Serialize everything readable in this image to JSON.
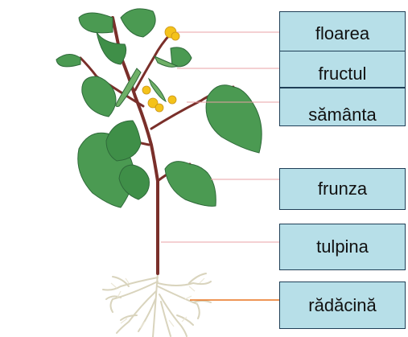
{
  "labels": {
    "floarea": "floarea",
    "fructul": "fructul",
    "samanta": "sământa",
    "frunza": "frunza",
    "tulpina": "tulpina",
    "radacina": "rădăcină"
  },
  "colors": {
    "label_fill": "#b7dfe8",
    "label_border": "#1f3f57",
    "leader_line": "#e8a0a4",
    "root_leader_line": "#e9731f",
    "leaf": "#4b9a52",
    "leaf_dark": "#2f6a3a",
    "stem": "#7a2f2a",
    "flower": "#f4c21a",
    "root": "#e6e2cf"
  }
}
